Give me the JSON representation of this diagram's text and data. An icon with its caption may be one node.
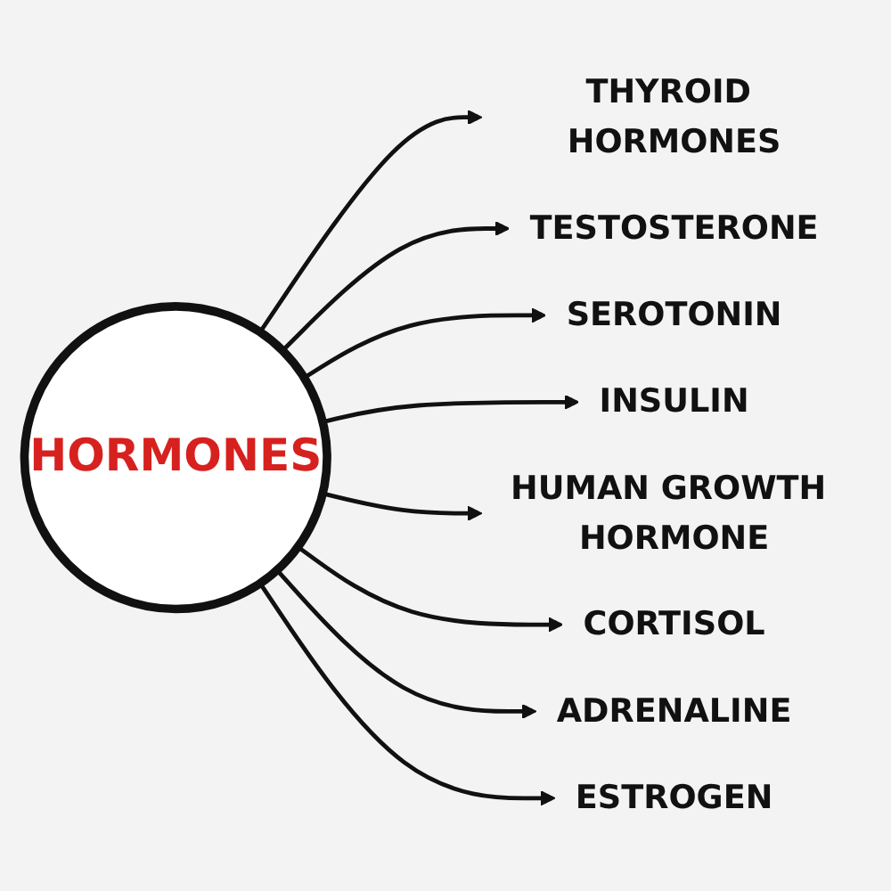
{
  "diagram": {
    "nodes": [
      {
        "text": [
          "HORMONES"
        ]
      },
      {
        "text": [
          "THYROID HORMONES"
        ]
      },
      {
        "text": [
          "TESTOSTERONE"
        ]
      },
      {
        "text": [
          "SEROTONIN"
        ]
      },
      {
        "text": [
          "INSULIN"
        ]
      },
      {
        "text": [
          "HUMAN GROWTH HORMONE"
        ]
      },
      {
        "text": [
          "CORTISOL"
        ]
      },
      {
        "text": [
          "ADRENALINE"
        ]
      },
      {
        "text": [
          "ESTROGEN"
        ]
      }
    ],
    "edges": [
      {
        "from": 0,
        "to": 1,
        "arrow": "to"
      },
      {
        "from": 0,
        "to": 2,
        "arrow": "to"
      },
      {
        "from": 0,
        "to": 3,
        "arrow": "to"
      },
      {
        "from": 0,
        "to": 4,
        "arrow": "to"
      },
      {
        "from": 0,
        "to": 5,
        "arrow": "to"
      },
      {
        "from": 0,
        "to": 6,
        "arrow": "to"
      },
      {
        "from": 0,
        "to": 7,
        "arrow": "to"
      },
      {
        "from": 0,
        "to": 8,
        "arrow": "to"
      }
    ]
  }
}
